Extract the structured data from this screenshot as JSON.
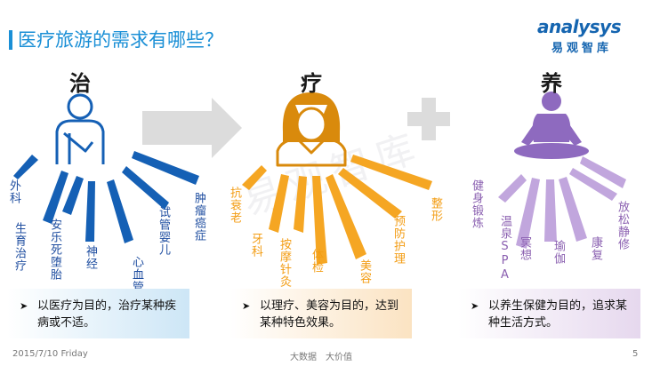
{
  "title": "医疗旅游的需求有哪些？",
  "logo": {
    "en": "analysys",
    "cn": "易观智库"
  },
  "watermark": "易观智库",
  "sections": {
    "treat": {
      "heading": "治",
      "labels": [
        "外科",
        "生育治疗",
        "安乐死堕胎",
        "神经",
        "心血管",
        "试管婴儿",
        "肿瘤癌症"
      ],
      "note_line1": "以医疗为目的，治疗某种疾",
      "note_line2": "病或不适。",
      "color": "#1560b5"
    },
    "care": {
      "heading": "疗",
      "labels": [
        "抗衰老",
        "牙科",
        "按摩针灸",
        "体检",
        "美容",
        "预防护理",
        "整形"
      ],
      "note_line1": "以理疗、美容为目的，达到",
      "note_line2": "某种特色效果。",
      "color": "#f5a623"
    },
    "nurture": {
      "heading": "养",
      "labels": [
        "健身锻炼",
        "温泉SPA",
        "冥想",
        "瑜伽",
        "康复",
        "放松静修"
      ],
      "note_line1": "以养生保健为目的，追求某",
      "note_line2": "种生活方式。",
      "color": "#9b72c4"
    }
  },
  "footer": {
    "date": "2015/7/10 Friday",
    "center": "大数据　大价值",
    "page": "5"
  }
}
